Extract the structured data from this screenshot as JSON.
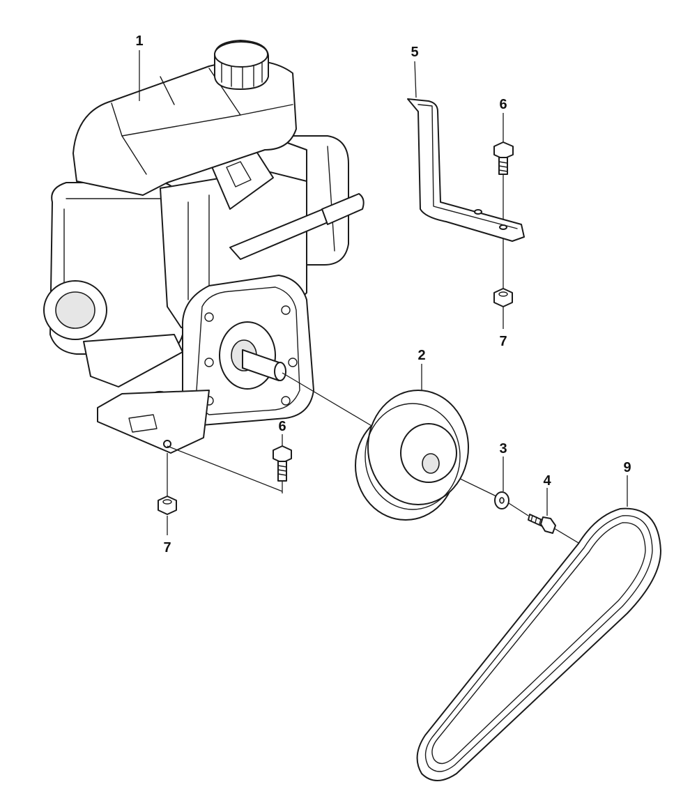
{
  "callouts": {
    "c1": "1",
    "c2": "2",
    "c3": "3",
    "c4": "4",
    "c5": "5",
    "c6_upper": "6",
    "c6_lower": "6",
    "c7_upper": "7",
    "c7_lower": "7",
    "c9": "9"
  }
}
